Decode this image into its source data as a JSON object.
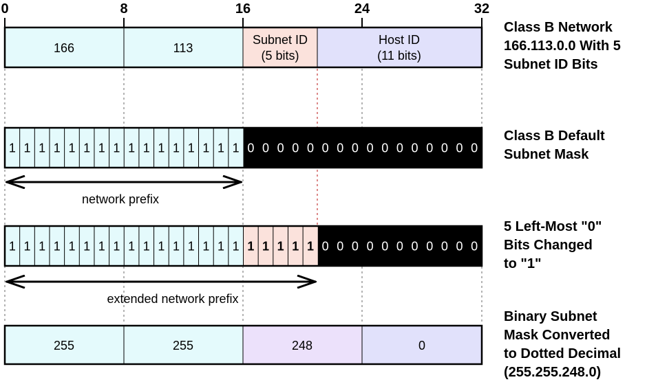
{
  "colors": {
    "network": "#e4fafc",
    "subnet": "#fbe2dc",
    "host": "#e1e1fb",
    "mask_subnet": "#ece1fb",
    "black": "#000000",
    "guide": "#9a9a9a",
    "guide_red": "#d06060"
  },
  "ticks": [
    "0",
    "8",
    "16",
    "24",
    "32"
  ],
  "row1": {
    "octet1": "166",
    "octet2": "113",
    "subnet_label": "Subnet ID",
    "subnet_bits": "(5 bits)",
    "host_label": "Host ID",
    "host_bits": "(11 bits)"
  },
  "row2": {
    "ones": 16,
    "zeros": 16,
    "one_char": "1",
    "zero_char": "0"
  },
  "row3": {
    "ones": 16,
    "subnet_ones": 5,
    "zeros": 11,
    "one_char": "1",
    "zero_char": "0"
  },
  "row4": {
    "values": [
      "255",
      "255",
      "248",
      "0"
    ]
  },
  "arrows": {
    "network_prefix": "network prefix",
    "extended_prefix": "extended network prefix"
  },
  "descriptions": {
    "d1": [
      "Class B Network",
      "166.113.0.0 With 5",
      "Subnet ID Bits"
    ],
    "d2": [
      "Class B Default",
      "Subnet Mask"
    ],
    "d3": [
      "5 Left-Most \"0\"",
      "Bits Changed",
      "to \"1\""
    ],
    "d4": [
      "Binary Subnet",
      "Mask Converted",
      "to Dotted Decimal",
      "(255.255.248.0)"
    ]
  }
}
